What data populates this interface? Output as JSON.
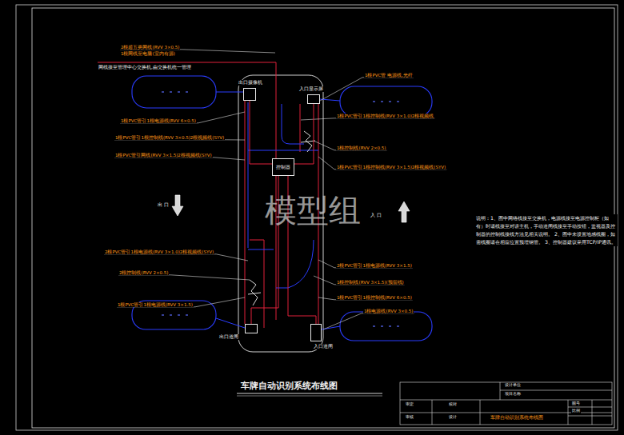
{
  "diagram": {
    "title": "车牌自动识别系统布线图",
    "nodes": [
      {
        "text": [
          "出口摄像机"
        ]
      },
      {
        "text": [
          "入口显示屏"
        ]
      },
      {
        "text": [
          "控制器"
        ]
      },
      {
        "text": [
          "出口道闸"
        ]
      },
      {
        "text": [
          "入口道闸"
        ]
      }
    ],
    "edges": [
      {
        "from": 2,
        "to": 0,
        "arrow": "none"
      },
      {
        "from": 2,
        "to": 1,
        "arrow": "none"
      },
      {
        "from": 2,
        "to": 3,
        "arrow": "none"
      },
      {
        "from": 2,
        "to": 4,
        "arrow": "none"
      }
    ],
    "labels": [
      "2根超五类网线(RVV 3×0.5)",
      "1根网线至电脑(室内有源)",
      "网线接至管理中心交换机,由交换机统一管理",
      "1根PVC管引1根电源线(RVV 6×0.5)",
      "1根PVC管引1根控制线(RVV 3×0.5)2根视频线(SYV)",
      "1根PVC管引网线(RVV 3×1.5)2根视频线(SYV)",
      "出 口",
      "入 口",
      "2根PVC管引1根电源线(RVV 3×1.0)2根视频线(SYV)",
      "2根控制线(RVV 2×0.5)",
      "1根PVC管引1根电源线(RVV 3×1.5)",
      "1根PVC管 电源线,光纤",
      "1根PVC管引1根控制线(RVV 3×1.0)2根视频线",
      "1根控制线(RVV 2×0.5)",
      "1根PVC管引1根控制线(RVV 3×1.5)2根视频线(SYV)",
      "2根PVC管引1根电源线(RVV 3×1.5)",
      "1根控制线(RVV 3×1.5)(预留线)",
      "1根PVC管引1根控制线(RVV 6×0.5)",
      "1根电源线(RVV 3×0.5)",
      "说明：1、图中网络线接至交换机，电源线接至电源控制柜（如有）时请线接至对讲主机，手动道闸线接至手动按钮，监视器及控制器的控制线接线方法见相关说明。 2、图中未设置地感线圈，如需线圈请在相应位置预埋钢管。 3、控制器建议采用TCP/IP通讯。",
      "模型组",
      "设计单位",
      "项目名称",
      "审定",
      "审核",
      "校对",
      "设计",
      "图号",
      "比例",
      "车牌自动识别系统布线图"
    ]
  }
}
